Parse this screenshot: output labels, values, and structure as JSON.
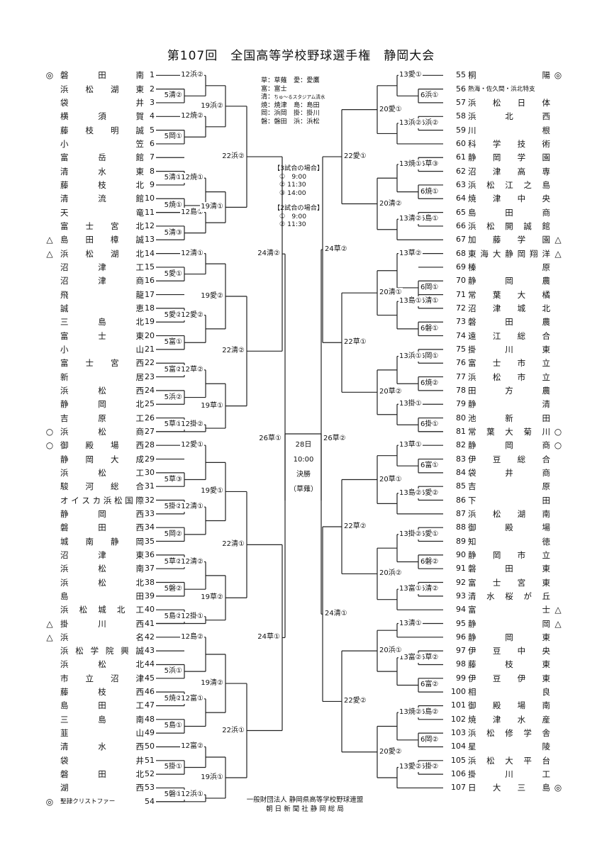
{
  "title": "第107回　全国高等学校野球選手権　静岡大会",
  "left_teams": [
    {
      "no": "1",
      "name": "磐田南",
      "mark": "◎"
    },
    {
      "no": "2",
      "name": "浜松湖東",
      "mark": ""
    },
    {
      "no": "3",
      "name": "袋井",
      "mark": ""
    },
    {
      "no": "4",
      "name": "横須賀",
      "mark": ""
    },
    {
      "no": "5",
      "name": "藤枝明誠",
      "mark": ""
    },
    {
      "no": "6",
      "name": "小笠",
      "mark": ""
    },
    {
      "no": "7",
      "name": "富岳館",
      "mark": ""
    },
    {
      "no": "8",
      "name": "清水東",
      "mark": ""
    },
    {
      "no": "9",
      "name": "藤枝北",
      "mark": ""
    },
    {
      "no": "10",
      "name": "清流館",
      "mark": ""
    },
    {
      "no": "11",
      "name": "天竜",
      "mark": ""
    },
    {
      "no": "12",
      "name": "富士宮北",
      "mark": ""
    },
    {
      "no": "13",
      "name": "島田樟誠",
      "mark": "△"
    },
    {
      "no": "14",
      "name": "浜松湖北",
      "mark": "△"
    },
    {
      "no": "15",
      "name": "沼津工",
      "mark": ""
    },
    {
      "no": "16",
      "name": "沼津商",
      "mark": ""
    },
    {
      "no": "17",
      "name": "飛龍",
      "mark": ""
    },
    {
      "no": "18",
      "name": "誠恵",
      "mark": ""
    },
    {
      "no": "19",
      "name": "三島北",
      "mark": ""
    },
    {
      "no": "20",
      "name": "富士東",
      "mark": ""
    },
    {
      "no": "21",
      "name": "小山",
      "mark": ""
    },
    {
      "no": "22",
      "name": "富士宮西",
      "mark": ""
    },
    {
      "no": "23",
      "name": "新居",
      "mark": ""
    },
    {
      "no": "24",
      "name": "浜松西",
      "mark": ""
    },
    {
      "no": "25",
      "name": "静岡北",
      "mark": ""
    },
    {
      "no": "26",
      "name": "吉原工",
      "mark": ""
    },
    {
      "no": "27",
      "name": "浜松商",
      "mark": "○"
    },
    {
      "no": "28",
      "name": "御殿場西",
      "mark": "○"
    },
    {
      "no": "29",
      "name": "静岡大成",
      "mark": ""
    },
    {
      "no": "30",
      "name": "浜松工",
      "mark": ""
    },
    {
      "no": "31",
      "name": "駿河総合",
      "mark": ""
    },
    {
      "no": "32",
      "name": "オイスカ浜松国際",
      "mark": ""
    },
    {
      "no": "33",
      "name": "静岡西",
      "mark": ""
    },
    {
      "no": "34",
      "name": "磐田西",
      "mark": ""
    },
    {
      "no": "35",
      "name": "城南静岡",
      "mark": ""
    },
    {
      "no": "36",
      "name": "沼津東",
      "mark": ""
    },
    {
      "no": "37",
      "name": "浜松南",
      "mark": ""
    },
    {
      "no": "38",
      "name": "浜松北",
      "mark": ""
    },
    {
      "no": "39",
      "name": "島田",
      "mark": ""
    },
    {
      "no": "40",
      "name": "浜松城北工",
      "mark": ""
    },
    {
      "no": "41",
      "name": "掛川西",
      "mark": "△"
    },
    {
      "no": "42",
      "name": "浜名",
      "mark": "△"
    },
    {
      "no": "43",
      "name": "浜松学院興誠",
      "mark": ""
    },
    {
      "no": "44",
      "name": "浜松北",
      "mark": ""
    },
    {
      "no": "45",
      "name": "市立沼津",
      "mark": ""
    },
    {
      "no": "46",
      "name": "藤枝西",
      "mark": ""
    },
    {
      "no": "47",
      "name": "島田工",
      "mark": ""
    },
    {
      "no": "48",
      "name": "三島南",
      "mark": ""
    },
    {
      "no": "49",
      "name": "韮山",
      "mark": ""
    },
    {
      "no": "50",
      "name": "清水西",
      "mark": ""
    },
    {
      "no": "51",
      "name": "袋井",
      "mark": ""
    },
    {
      "no": "52",
      "name": "磐田北",
      "mark": ""
    },
    {
      "no": "53",
      "name": "湖西",
      "mark": ""
    },
    {
      "no": "54",
      "name": "聖隷クリストファー",
      "mark": "◎"
    }
  ],
  "right_teams": [
    {
      "no": "55",
      "name": "桐陽",
      "mark": "◎"
    },
    {
      "no": "56",
      "name": "熱海・佐久間・浜北特支",
      "mark": ""
    },
    {
      "no": "57",
      "name": "浜松日体",
      "mark": ""
    },
    {
      "no": "58",
      "name": "浜北西",
      "mark": ""
    },
    {
      "no": "59",
      "name": "川根",
      "mark": ""
    },
    {
      "no": "60",
      "name": "科学技術",
      "mark": ""
    },
    {
      "no": "61",
      "name": "静岡学園",
      "mark": ""
    },
    {
      "no": "62",
      "name": "沼津高専",
      "mark": ""
    },
    {
      "no": "63",
      "name": "浜松江之島",
      "mark": ""
    },
    {
      "no": "64",
      "name": "焼津中央",
      "mark": ""
    },
    {
      "no": "65",
      "name": "島田商",
      "mark": ""
    },
    {
      "no": "66",
      "name": "浜松開誠館",
      "mark": ""
    },
    {
      "no": "67",
      "name": "加藤学園",
      "mark": "△"
    },
    {
      "no": "68",
      "name": "東海大静岡翔洋",
      "mark": "△"
    },
    {
      "no": "69",
      "name": "榛原",
      "mark": ""
    },
    {
      "no": "70",
      "name": "静岡農",
      "mark": ""
    },
    {
      "no": "71",
      "name": "常葉大橘",
      "mark": ""
    },
    {
      "no": "72",
      "name": "沼津城北",
      "mark": ""
    },
    {
      "no": "73",
      "name": "磐田農",
      "mark": ""
    },
    {
      "no": "74",
      "name": "遠江総合",
      "mark": ""
    },
    {
      "no": "75",
      "name": "掛川東",
      "mark": ""
    },
    {
      "no": "76",
      "name": "富士市立",
      "mark": ""
    },
    {
      "no": "77",
      "name": "浜松市立",
      "mark": ""
    },
    {
      "no": "78",
      "name": "田方農",
      "mark": ""
    },
    {
      "no": "79",
      "name": "静清",
      "mark": ""
    },
    {
      "no": "80",
      "name": "池新田",
      "mark": ""
    },
    {
      "no": "81",
      "name": "常葉大菊川",
      "mark": "○"
    },
    {
      "no": "82",
      "name": "静岡商",
      "mark": "○"
    },
    {
      "no": "83",
      "name": "伊豆総合",
      "mark": ""
    },
    {
      "no": "84",
      "name": "袋井商",
      "mark": ""
    },
    {
      "no": "85",
      "name": "吉原",
      "mark": ""
    },
    {
      "no": "86",
      "name": "下田",
      "mark": ""
    },
    {
      "no": "87",
      "name": "浜松湖南",
      "mark": ""
    },
    {
      "no": "88",
      "name": "御殿場",
      "mark": ""
    },
    {
      "no": "89",
      "name": "知徳",
      "mark": ""
    },
    {
      "no": "90",
      "name": "静岡市立",
      "mark": ""
    },
    {
      "no": "91",
      "name": "磐田東",
      "mark": ""
    },
    {
      "no": "92",
      "name": "富士宮東",
      "mark": ""
    },
    {
      "no": "93",
      "name": "清水桜が丘",
      "mark": ""
    },
    {
      "no": "94",
      "name": "富士",
      "mark": "△"
    },
    {
      "no": "95",
      "name": "静岡",
      "mark": "△"
    },
    {
      "no": "96",
      "name": "静岡東",
      "mark": ""
    },
    {
      "no": "97",
      "name": "伊豆中央",
      "mark": ""
    },
    {
      "no": "98",
      "name": "藤枝東",
      "mark": ""
    },
    {
      "no": "99",
      "name": "伊豆伊東",
      "mark": ""
    },
    {
      "no": "100",
      "name": "相良",
      "mark": ""
    },
    {
      "no": "101",
      "name": "御殿場南",
      "mark": ""
    },
    {
      "no": "102",
      "name": "焼津水産",
      "mark": ""
    },
    {
      "no": "103",
      "name": "浜松修学舎",
      "mark": ""
    },
    {
      "no": "104",
      "name": "星陵",
      "mark": ""
    },
    {
      "no": "105",
      "name": "浜松大平台",
      "mark": ""
    },
    {
      "no": "106",
      "name": "掛川工",
      "mark": ""
    },
    {
      "no": "107",
      "name": "日大三島",
      "mark": "◎"
    }
  ],
  "left_r1": [
    {
      "row": 2,
      "label": "5清②"
    },
    {
      "row": 5,
      "label": "5岡①"
    },
    {
      "row": 8,
      "label": "5清①"
    },
    {
      "row": 10,
      "label": "5焼①"
    },
    {
      "row": 12,
      "label": "5清③"
    },
    {
      "row": 15,
      "label": "5愛①"
    },
    {
      "row": 18,
      "label": "5愛②"
    },
    {
      "row": 20,
      "label": "5富①"
    },
    {
      "row": 22,
      "label": "5富②"
    },
    {
      "row": 24,
      "label": "5浜②"
    },
    {
      "row": 26,
      "label": "5草①"
    },
    {
      "row": 30,
      "label": "5草③"
    },
    {
      "row": 32,
      "label": "5掛②"
    },
    {
      "row": 34,
      "label": "5岡②"
    },
    {
      "row": 36,
      "label": "5草②"
    },
    {
      "row": 38,
      "label": "5磐②"
    },
    {
      "row": 40,
      "label": "5島②"
    },
    {
      "row": 44,
      "label": "5浜①"
    },
    {
      "row": 46,
      "label": "5焼②"
    },
    {
      "row": 48,
      "label": "5島①"
    },
    {
      "row": 51,
      "label": "5掛①"
    },
    {
      "row": 53,
      "label": "5磐①"
    }
  ],
  "left_r2": [
    {
      "label": "12浜②"
    },
    {
      "label": "12焼②"
    },
    {
      "label": "12焼①"
    },
    {
      "label": "12島①"
    },
    {
      "label": "12清①"
    },
    {
      "label": "12愛②"
    },
    {
      "label": "12草②"
    },
    {
      "label": "12掛②"
    },
    {
      "label": "12愛①"
    },
    {
      "label": "12清①"
    },
    {
      "label": "12清②"
    },
    {
      "label": "12掛①"
    },
    {
      "label": "12島②"
    },
    {
      "label": "12富①"
    },
    {
      "label": "12富②"
    },
    {
      "label": "12浜①"
    }
  ],
  "left_r3": [
    {
      "label": "19浜②"
    },
    {
      "label": "19清①"
    },
    {
      "label": "19愛②"
    },
    {
      "label": "19草①"
    },
    {
      "label": "19愛①"
    },
    {
      "label": "19草②"
    },
    {
      "label": "19清②"
    },
    {
      "label": "19浜①"
    }
  ],
  "left_r4": [
    {
      "label": "22浜②"
    },
    {
      "label": "22清②"
    },
    {
      "label": "22清①"
    },
    {
      "label": "22浜①"
    }
  ],
  "left_r5": [
    {
      "label": "24清②"
    },
    {
      "label": "24草①"
    }
  ],
  "left_semi": {
    "label": "26草①"
  },
  "right_r1": [
    {
      "row": 56,
      "label": "6浜①"
    },
    {
      "row": 58,
      "label": "6浜②"
    },
    {
      "row": 61,
      "label": "6草③"
    },
    {
      "row": 63,
      "label": "6焼①"
    },
    {
      "row": 65,
      "label": "6島①"
    },
    {
      "row": 70,
      "label": "6岡①"
    },
    {
      "row": 71,
      "label": "6清①"
    },
    {
      "row": 73,
      "label": "6磐①"
    },
    {
      "row": 75,
      "label": "6岡①"
    },
    {
      "row": 77,
      "label": "6焼②"
    },
    {
      "row": 80,
      "label": "6掛①"
    },
    {
      "row": 83,
      "label": "6富①"
    },
    {
      "row": 85,
      "label": "6愛②"
    },
    {
      "row": 88,
      "label": "6愛①"
    },
    {
      "row": 90,
      "label": "6磐②"
    },
    {
      "row": 92,
      "label": "6清②"
    },
    {
      "row": 97,
      "label": "6草②"
    },
    {
      "row": 99,
      "label": "6富②"
    },
    {
      "row": 101,
      "label": "6島②"
    },
    {
      "row": 103,
      "label": "6岡②"
    },
    {
      "row": 105,
      "label": "6掛②"
    }
  ],
  "right_r2": [
    {
      "label": "13愛①"
    },
    {
      "label": "13浜②"
    },
    {
      "label": "13焼①"
    },
    {
      "label": "13清②"
    },
    {
      "label": "13草②"
    },
    {
      "label": "13島①"
    },
    {
      "label": "13浜①"
    },
    {
      "label": "13掛①"
    },
    {
      "label": "13草①"
    },
    {
      "label": "13島②"
    },
    {
      "label": "13掛②"
    },
    {
      "label": "13富①"
    },
    {
      "label": "13清①"
    },
    {
      "label": "13富②"
    },
    {
      "label": "13焼②"
    },
    {
      "label": "13愛②"
    }
  ],
  "right_r3": [
    {
      "label": "20愛①"
    },
    {
      "label": "20清②"
    },
    {
      "label": "20清①"
    },
    {
      "label": "20草②"
    },
    {
      "label": "20草①"
    },
    {
      "label": "20浜②"
    },
    {
      "label": "20浜①"
    },
    {
      "label": "20愛②"
    }
  ],
  "right_r4": [
    {
      "label": "22愛①"
    },
    {
      "label": "22草①"
    },
    {
      "label": "22草②"
    },
    {
      "label": "22愛②"
    }
  ],
  "right_r5": [
    {
      "label": "24草②"
    },
    {
      "label": "24清①"
    }
  ],
  "right_semi": {
    "label": "26草②"
  },
  "final": {
    "date": "28日",
    "time": "10:00",
    "name": "決勝",
    "venue": "（草薙）"
  },
  "legend": {
    "rows": [
      {
        "a": "草：草薙",
        "b": "愛：愛鷹"
      },
      {
        "a": "富：富士",
        "b": ""
      },
      {
        "a": "清：",
        "b": "ちゅ～るスタジアム清水",
        "small": true
      },
      {
        "a": "焼：焼津",
        "b": "島：島田"
      },
      {
        "a": "岡：浜岡",
        "b": "掛：掛川"
      },
      {
        "a": "磐：磐田",
        "b": "浜：浜松"
      }
    ]
  },
  "schedule3": {
    "title": "【3試合の場合】",
    "times": [
      "①　9:00",
      "②  11:30",
      "③  14:00"
    ]
  },
  "schedule2": {
    "title": "【2試合の場合】",
    "times": [
      "①　9:00",
      "②  11:30"
    ]
  },
  "footer": {
    "line1": "一般財団法人 静岡県高等学校野球連盟",
    "line2": "朝 日 新 聞 社 静 岡 総 局"
  }
}
